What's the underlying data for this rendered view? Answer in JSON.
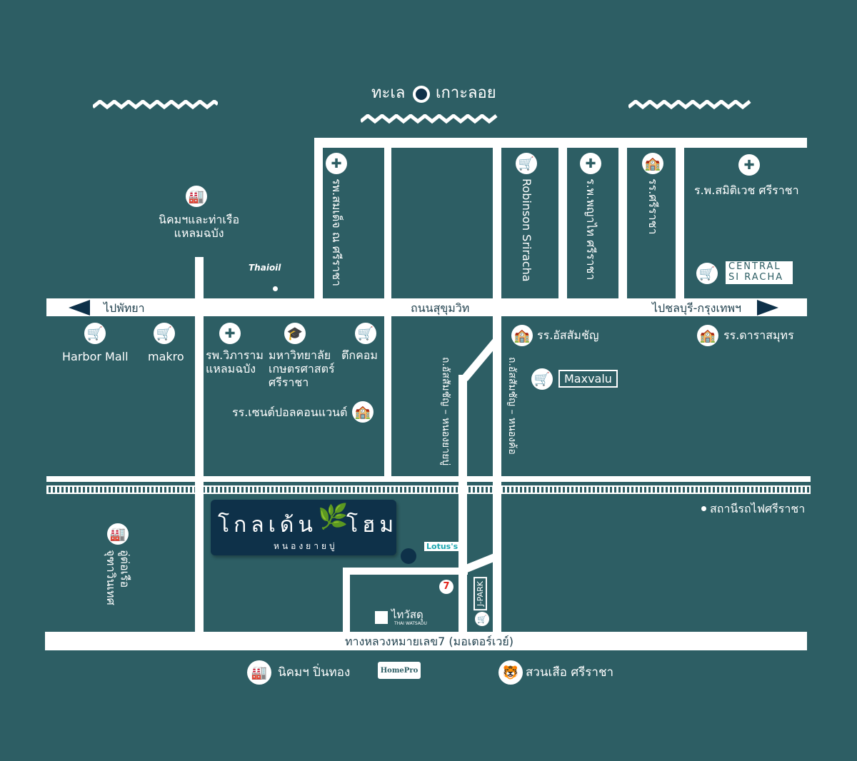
{
  "sea": {
    "label_left": "ทะเล",
    "label_right": "เกาะลอย"
  },
  "roads": {
    "sukhumvit": "ถนนสุขุมวิท",
    "to_pattaya": "ไปพัทยา",
    "to_chonburi": "ไปชลบุรี-กรุงเทพฯ",
    "motorway": "ทางหลวงหมายเลข7 (มอเตอร์เวย์)",
    "road_left": "ถ.อัสสัมชัญ – หนองยายบู่",
    "road_right": "ถ.อัสสัมชัญ – หนองค้อ"
  },
  "places": {
    "samitivej_top": "รพ.สมเด็จ ณ ศรีราชา",
    "robinson": "Robinson Sriracha",
    "phyathai": "ร.พ.พญาไท ศรีราชา",
    "sriracha_school": "รร.ศรีราชา",
    "samitivej": "ร.พ.สมิติเวช ศรีราชา",
    "central": "CENTRAL SI RACHA",
    "laem_chabang": "นิคมฯและท่าเรือ\nแหลมฉบัง",
    "thaioil": "Thaioil",
    "harbor": "Harbor Mall",
    "makro": "makro",
    "vibharam": "รพ.วิภาราม\nแหลมฉบัง",
    "kasetsart": "มหาวิทยาลัย\nเกษตรศาสตร์\nศรีราชา",
    "tukcom": "ตึกคอม",
    "st_paul": "รร.เซนต์ปอลคอนแวนต์",
    "assumption": "รร.อัสสัมชัญ",
    "darasamut": "รร.ดาราสมุทร",
    "maxvalu": "Maxvalu",
    "station": "สถานีรถไฟศรีราชา",
    "jutha": "อู่ต่อเรือ\nจุฑาวินเทศ",
    "lotus": "Lotus's",
    "thaiwatsadu": "ไทวัสดุ",
    "thaiwatsadu_sub": "THAI WATSADU",
    "jpark": "J-PARK",
    "pinthong": "นิคมฯ ปิ่นทอง",
    "homepro": "HomePro",
    "tiger_zoo": "สวนเสือ ศรีราชา"
  },
  "project": {
    "name_left": "โกลเด้น",
    "name_right": "โฮม",
    "subtitle": "หนองยายบู่"
  },
  "colors": {
    "bg": "#2d5e64",
    "navy": "#0e3149"
  }
}
